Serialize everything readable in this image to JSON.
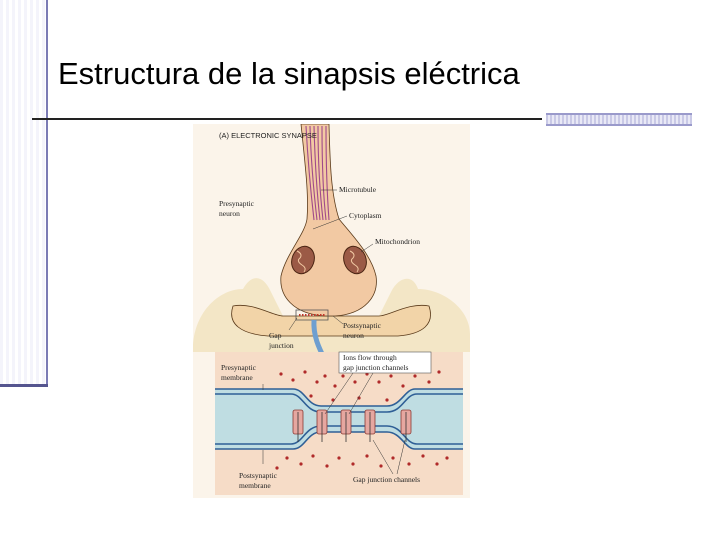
{
  "slide": {
    "title": "Estructura de la sinapsis eléctrica"
  },
  "figure": {
    "panel_label": "(A)  ELECTRONIC SYNAPSE",
    "labels": {
      "microtubule": "Microtubule",
      "presynaptic_neuron_1": "Presynaptic",
      "presynaptic_neuron_2": "neuron",
      "cytoplasm": "Cytoplasm",
      "mitochondrion": "Mitochondrion",
      "postsynaptic_neuron_1": "Postsynaptic",
      "postsynaptic_neuron_2": "neuron",
      "gap_junction_1": "Gap",
      "gap_junction_2": "junction",
      "ions_flow_1": "Ions flow through",
      "ions_flow_2": "gap junction channels",
      "presynaptic_membrane_1": "Presynaptic",
      "presynaptic_membrane_2": "membrane",
      "postsynaptic_membrane_1": "Postsynaptic",
      "postsynaptic_membrane_2": "membrane",
      "gap_junction_channels": "Gap junction channels"
    }
  },
  "colors": {
    "neuron_fill": "#f2c9a3",
    "cell_bg": "#f3e6c6",
    "detail_bg": "#f6dcc7",
    "cleft_fill": "#bfdde2",
    "membrane": "#2f5f96",
    "ions": "#b02a2a",
    "arrow": "#6e9fd0",
    "accent": "#7b7bb5"
  }
}
